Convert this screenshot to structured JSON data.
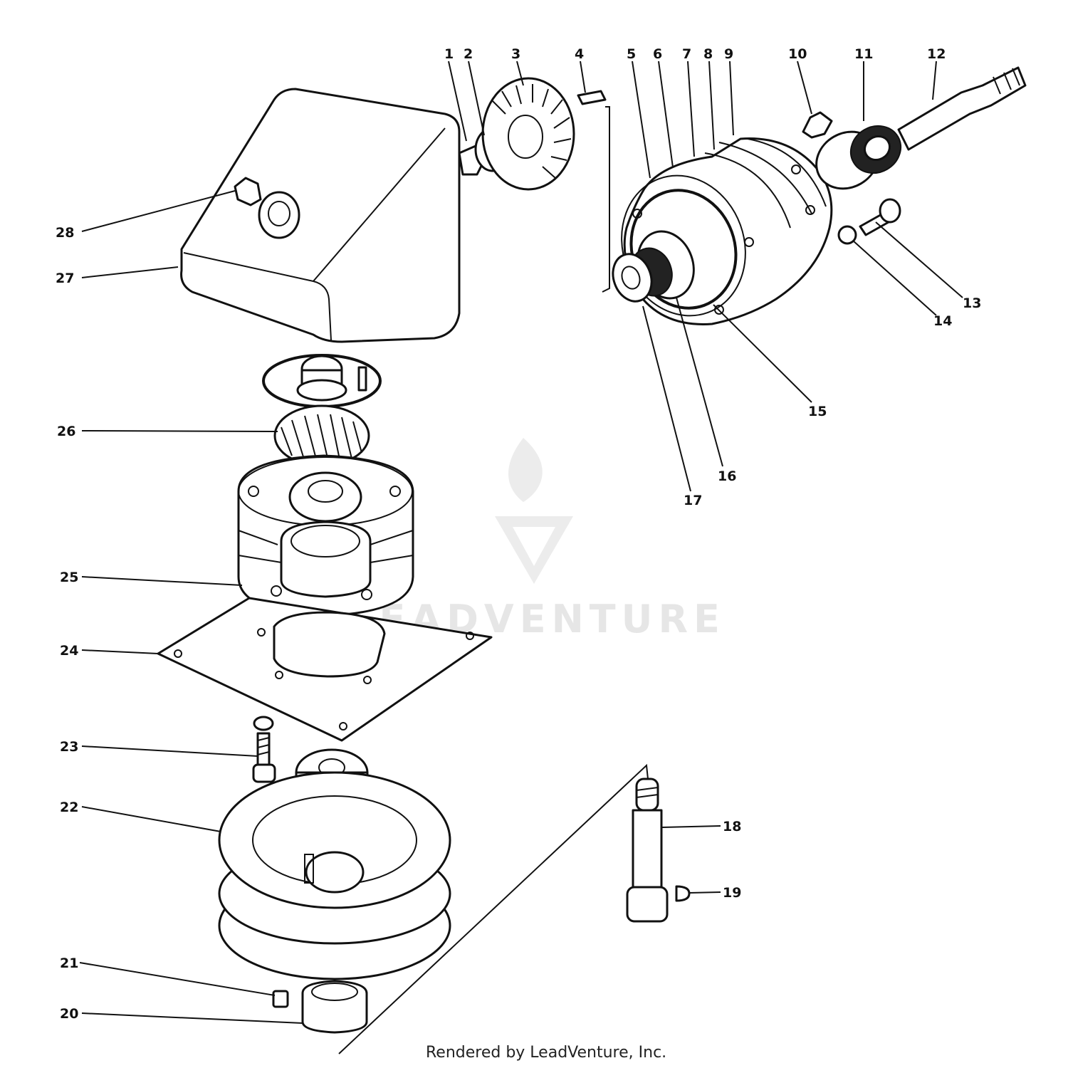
{
  "diagram": {
    "callouts": [
      "1",
      "2",
      "3",
      "4",
      "5",
      "6",
      "7",
      "8",
      "9",
      "10",
      "11",
      "12",
      "13",
      "14",
      "15",
      "16",
      "17",
      "18",
      "19",
      "20",
      "21",
      "22",
      "23",
      "24",
      "25",
      "26",
      "27",
      "28"
    ],
    "watermark": "LEADVENTURE",
    "credit": "Rendered by LeadVenture, Inc."
  }
}
